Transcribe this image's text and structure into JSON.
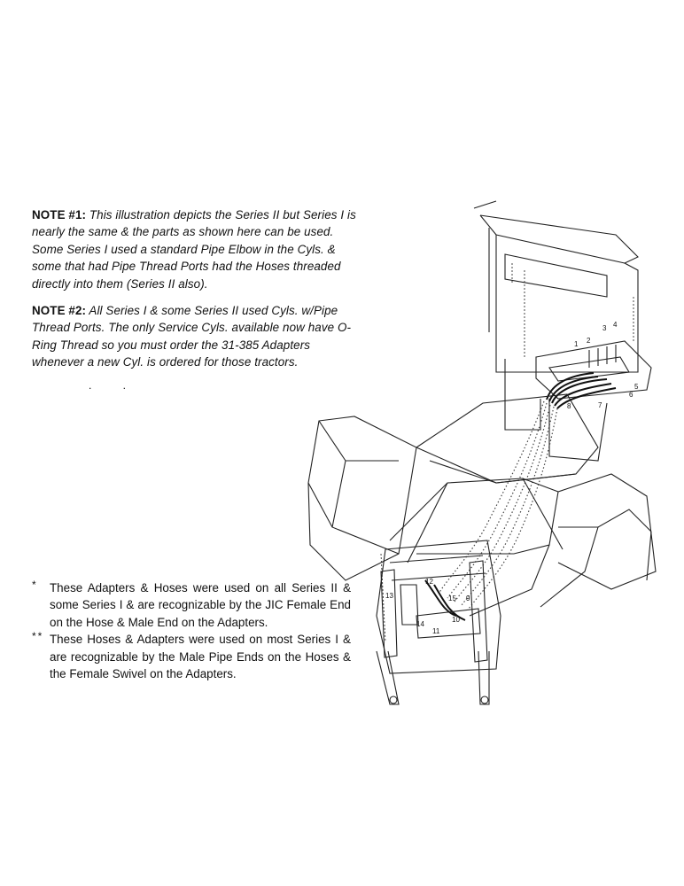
{
  "notes": [
    {
      "label": "NOTE #1:",
      "text": "This illustration depicts the Series II but Series I is nearly the same & the parts as shown here can be used. Some Series I used a standard Pipe Elbow in the Cyls. & some that had Pipe Thread Ports had the Hoses threaded directly into them (Series II also)."
    },
    {
      "label": "NOTE #2:",
      "text": "All Series I & some Series II used Cyls. w/Pipe Thread Ports. The only Service Cyls. available now have O-Ring Thread so you must order the 31-385 Adapters whenever a new Cyl. is ordered for those tractors."
    }
  ],
  "bullets": [
    {
      "mark": "*",
      "text": "These Adapters & Hoses were used on all Series II & some Series I & are recognizable by the JIC Female End on the Hose & Male End on the Adapters."
    },
    {
      "mark": "**",
      "text": "These Hoses & Adapters were used on most Series I & are recognizable by the Male Pipe Ends on the Hoses & the Female Swivel on the Adapters."
    }
  ],
  "stray_marks": ". .",
  "part_labels": [
    "1",
    "2",
    "3",
    "4",
    "5",
    "6",
    "7",
    "8",
    "9",
    "10",
    "11",
    "12",
    "13",
    "14",
    "15"
  ]
}
